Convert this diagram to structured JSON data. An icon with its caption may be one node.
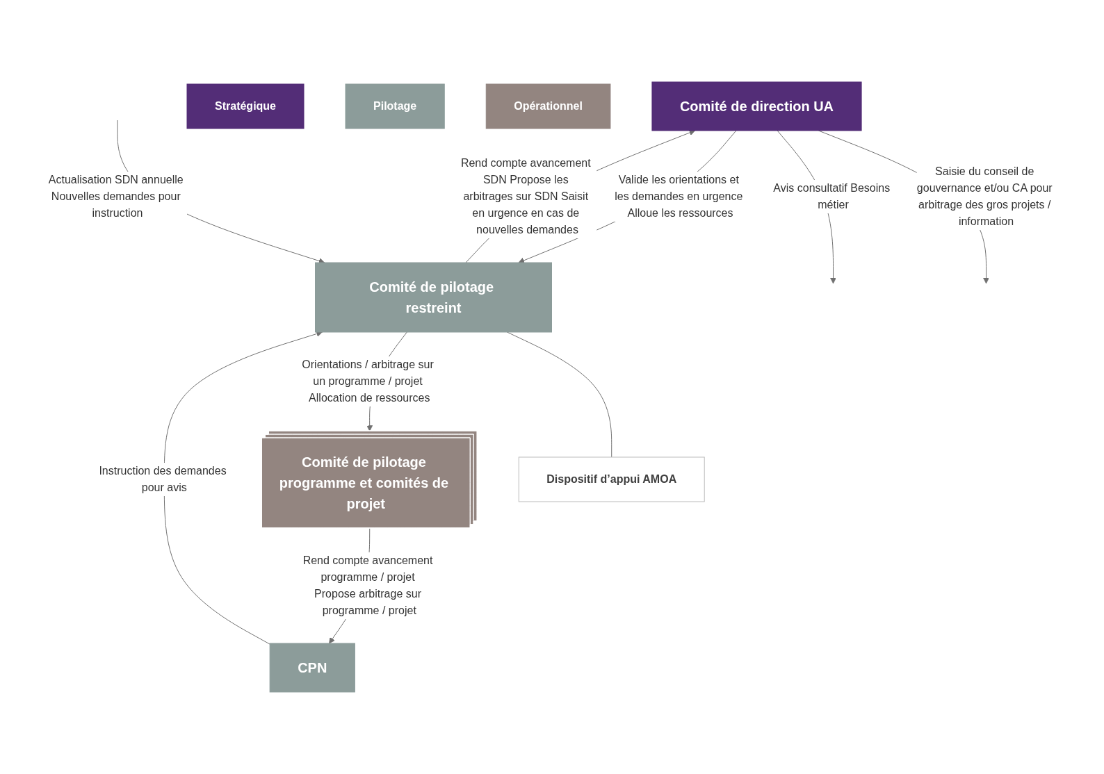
{
  "diagram": {
    "nodes": [
      {
        "text": [
          "Comité de direction UA"
        ]
      },
      {
        "text": [
          "Comité de pilotage restreint"
        ]
      },
      {
        "text": [
          "Dispositif d’appui AMOA"
        ]
      },
      {
        "text": [
          "CPN"
        ]
      },
      {
        "text": [
          "Comité de pilotage programme et comités de projet"
        ]
      },
      {
        "text": [
          "Stratégique"
        ]
      },
      {
        "text": [
          "Pilotage"
        ]
      },
      {
        "text": [
          "Opérationnel"
        ]
      }
    ],
    "edges": [
      {
        "from": 0,
        "to": null,
        "arrow": "to",
        "label": "Saisie du conseil de gouvernance et/ou CA pour arbitrage des gros projets / information"
      },
      {
        "from": 0,
        "to": null,
        "arrow": "to",
        "label": "Avis consultatif Besoins métier"
      },
      {
        "from": 1,
        "to": 0,
        "arrow": "to",
        "label": "Rend compte avancement SDN Propose les arbitrages sur SDN Saisit en urgence en cas de nouvelles demandes"
      },
      {
        "from": 0,
        "to": 1,
        "arrow": "to",
        "label": "Valide les orientations et les demandes en urgence Alloue les ressources"
      },
      {
        "from": null,
        "to": 1,
        "arrow": "to",
        "label": "Actualisation SDN annuelle Nouvelles demandes pour instruction"
      },
      {
        "from": 1,
        "to": 2,
        "arrow": "none"
      },
      {
        "from": 3,
        "to": 1,
        "arrow": "to",
        "label": "Instruction des demandes pour avis"
      },
      {
        "from": 1,
        "to": 4,
        "arrow": "to",
        "label": "Orientations / arbitrage sur un programme / projet Allocation de ressources"
      },
      {
        "from": 4,
        "to": 3,
        "arrow": "to",
        "label": "Rend compte avancement programme / projet Propose arbitrage sur programme / projet"
      }
    ]
  }
}
